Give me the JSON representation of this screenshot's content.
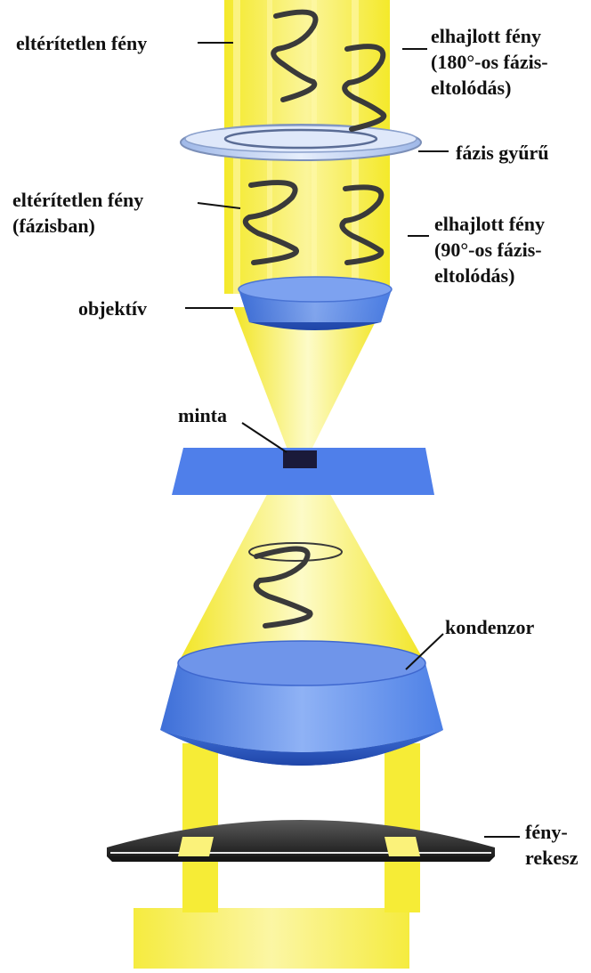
{
  "diagram": {
    "colors": {
      "light_beam": "#f7ee3a",
      "lens_blue": "#4f7fe3",
      "specimen_plate": "#4f7fea",
      "diaphragm": "#2f2f2f",
      "wave": "#3a3a3a"
    },
    "labels": {
      "undiffracted_top": "eltérítetlen fény",
      "diffracted_top_line1": "elhajlott fény",
      "diffracted_top_line2": "(180°-os fázis-",
      "diffracted_top_line3": "eltolódás)",
      "phase_ring": "fázis gyűrű",
      "undiffracted_mid_line1": "eltérítetlen fény",
      "undiffracted_mid_line2": "(fázisban)",
      "diffracted_mid_line1": "elhajlott fény",
      "diffracted_mid_line2": "(90°-os fázis-",
      "diffracted_mid_line3": "eltolódás)",
      "objective": "objektív",
      "specimen": "minta",
      "condenser": "kondenzor",
      "aperture_line1": "fény-",
      "aperture_line2": "rekesz"
    }
  }
}
